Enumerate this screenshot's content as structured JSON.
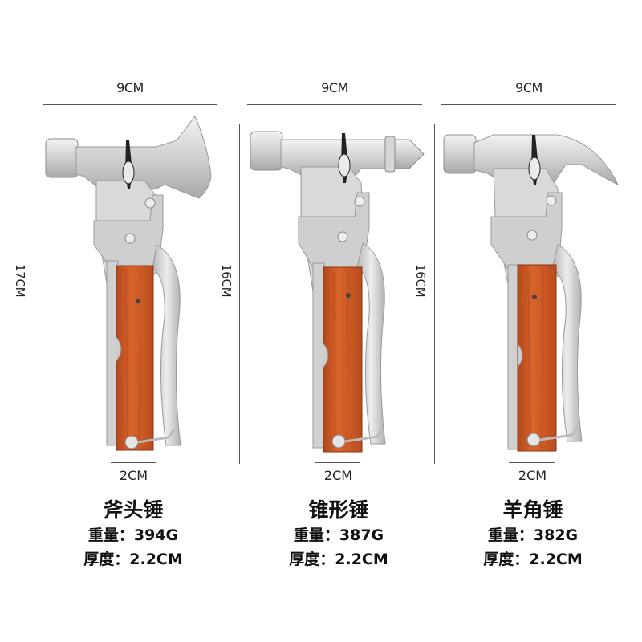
{
  "products": [
    {
      "type": "axe",
      "width_label": "9CM",
      "height_label": "17CM",
      "handle_width_label": "2CM",
      "name": "斧头锤",
      "weight_label": "重量：",
      "weight_value": "394G",
      "thickness_label": "厚度：",
      "thickness_value": "2.2CM"
    },
    {
      "type": "cone",
      "width_label": "9CM",
      "height_label": "16CM",
      "handle_width_label": "2CM",
      "name": "锥形锤",
      "weight_label": "重量：",
      "weight_value": "387G",
      "thickness_label": "厚度：",
      "thickness_value": "2.2CM"
    },
    {
      "type": "claw",
      "width_label": "9CM",
      "height_label": "16CM",
      "handle_width_label": "2CM",
      "name": "羊角锤",
      "weight_label": "重量：",
      "weight_value": "382G",
      "thickness_label": "厚度：",
      "thickness_value": "2.2CM"
    }
  ],
  "colors": {
    "steel_light": "#e6e6e6",
    "steel_mid": "#c4c4c4",
    "steel_dark": "#8f8f8f",
    "wood": "#c9541f",
    "wood_dark": "#a9401a",
    "dimension_line": "#555555"
  }
}
